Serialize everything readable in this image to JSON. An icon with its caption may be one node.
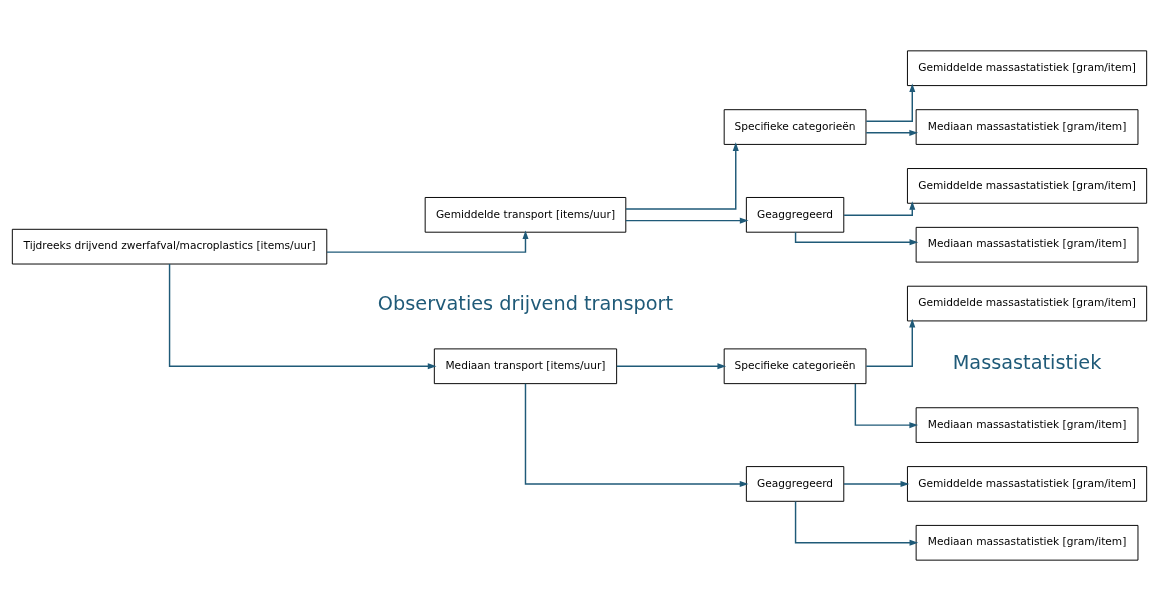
{
  "diagram": {
    "nodes": [
      {
        "text": [
          "Tijdreeks drijvend zwerfafval/macroplastics [items/uur]"
        ]
      },
      {
        "text": [
          "Mediaan transport [items/uur]"
        ]
      },
      {
        "text": [
          "Specifieke categorieën"
        ]
      },
      {
        "text": [
          "Mediaan massastatistiek [gram/item]"
        ]
      },
      {
        "text": [
          "Gemiddelde massastatistiek [gram/item]"
        ]
      },
      {
        "text": [
          "Geaggregeerd"
        ]
      },
      {
        "text": [
          "Mediaan massastatistiek [gram/item]"
        ]
      },
      {
        "text": [
          "Gemiddelde massastatistiek [gram/item]"
        ]
      },
      {
        "text": [
          "Gemiddelde transport [items/uur]"
        ]
      },
      {
        "text": [
          "Specifieke categorieën"
        ]
      },
      {
        "text": [
          "Mediaan massastatistiek [gram/item]"
        ]
      },
      {
        "text": [
          "Gemiddelde massastatistiek [gram/item]"
        ]
      },
      {
        "text": [
          "Geaggregeerd"
        ]
      },
      {
        "text": [
          "Mediaan massastatistiek [gram/item]"
        ]
      },
      {
        "text": [
          "Gemiddelde massastatistiek [gram/item]"
        ]
      }
    ],
    "edges": [
      {
        "from": 0,
        "to": 1,
        "arrow": "to"
      },
      {
        "from": 0,
        "to": 8,
        "arrow": "to"
      },
      {
        "from": 1,
        "to": 2,
        "arrow": "to"
      },
      {
        "from": 1,
        "to": 5,
        "arrow": "to"
      },
      {
        "from": 2,
        "to": 3,
        "arrow": "to"
      },
      {
        "from": 2,
        "to": 4,
        "arrow": "to"
      },
      {
        "from": 5,
        "to": 6,
        "arrow": "to"
      },
      {
        "from": 5,
        "to": 7,
        "arrow": "to"
      },
      {
        "from": 8,
        "to": 9,
        "arrow": "to"
      },
      {
        "from": 8,
        "to": 12,
        "arrow": "to"
      },
      {
        "from": 9,
        "to": 10,
        "arrow": "to"
      },
      {
        "from": 9,
        "to": 11,
        "arrow": "to"
      },
      {
        "from": 12,
        "to": 13,
        "arrow": "to"
      },
      {
        "from": 12,
        "to": 14,
        "arrow": "to"
      }
    ],
    "labels": [
      "Observaties drijvend transport",
      "Massastatistiek"
    ]
  }
}
